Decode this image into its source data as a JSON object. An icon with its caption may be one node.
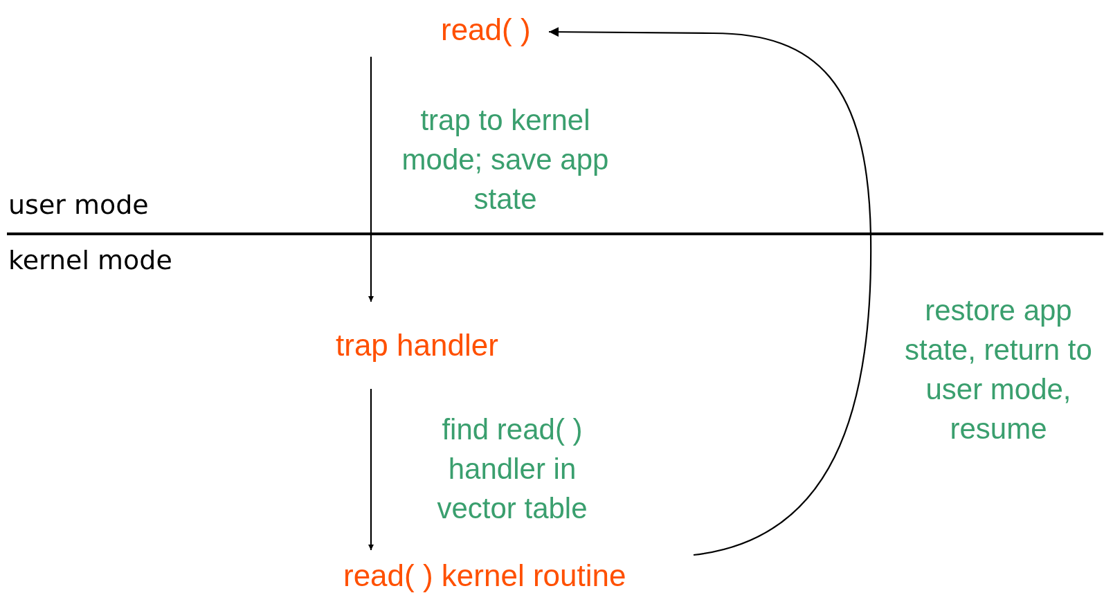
{
  "diagram": {
    "nodes": [
      {
        "text": [
          "read( )"
        ]
      },
      {
        "text": [
          "trap handler"
        ]
      },
      {
        "text": [
          "read( ) kernel routine"
        ]
      }
    ],
    "edges": [
      {
        "from": 0,
        "to": 1,
        "arrow": "to",
        "label": "trap to kernel mode; save app state"
      },
      {
        "from": 1,
        "to": 2,
        "arrow": "to",
        "label": "find read( ) handler in vector table"
      },
      {
        "from": 2,
        "to": 0,
        "arrow": "to",
        "label": "restore app state, return to user mode, resume"
      }
    ],
    "labels": [
      "user mode",
      "kernel mode"
    ]
  }
}
